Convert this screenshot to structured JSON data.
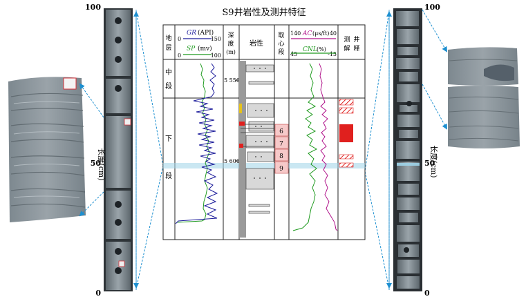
{
  "title": "S9井岩性及测井特征",
  "left_scale": {
    "top": "100",
    "mid": "50",
    "bottom": "0",
    "axis_label": "长度(cm)"
  },
  "right_scale": {
    "top": "100",
    "mid": "50",
    "bottom": "0",
    "axis_label": "长度(cm)"
  },
  "log_headers": {
    "strata": "地层",
    "gr": "GR",
    "gr_unit": "(API)",
    "gr_min": "0",
    "gr_max": "150",
    "sp": "SP",
    "sp_unit": "(mv)",
    "sp_min": "0",
    "sp_max": "100",
    "depth": "深度",
    "depth_unit": "(m)",
    "lith": "岩性",
    "core": "取心段",
    "ac": "AC",
    "ac_unit": "(μs/ft)",
    "ac_min": "140",
    "ac_max": "40",
    "cnl": "CNL",
    "cnl_unit": "(%)",
    "cnl_min": "45",
    "cnl_max": "-15",
    "interp": "测井解释"
  },
  "strata": {
    "upper": "中段",
    "lower_top": "下",
    "lower_bottom": "段"
  },
  "depth_marks": [
    "5 550",
    "5 600"
  ],
  "core_segments": [
    "6",
    "7",
    "8",
    "9"
  ],
  "colors": {
    "gr_curve": "#1a1a9a",
    "sp_curve": "#1e9a1e",
    "ac_curve": "#b0128a",
    "cnl_curve": "#1e9a1e",
    "core_fill": "#f6c9c9",
    "interp_red": "#e0201e",
    "highlight": "#9fd3e8",
    "arrow": "#1c8fd0",
    "rock": "#8d979d"
  }
}
